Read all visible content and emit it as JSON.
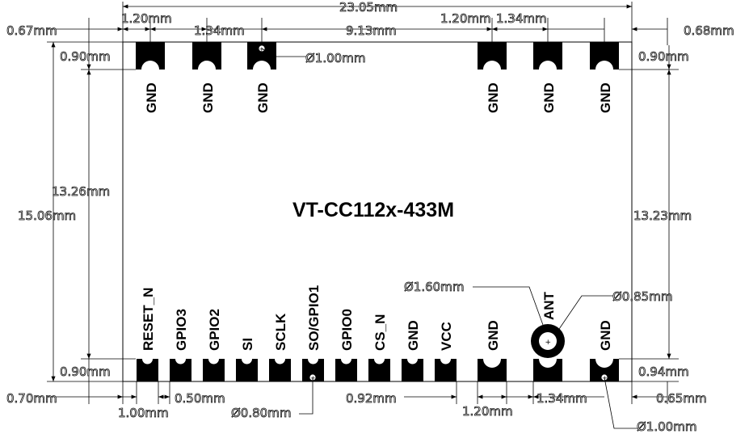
{
  "title": "VT-CC112x-433M",
  "dimensions": {
    "overall_width": "23.05mm",
    "left_margin_top": "0.67mm",
    "right_margin_top": "0.68mm",
    "top_pitch_1": "1.20mm",
    "top_pitch_2": "1.34mm",
    "top_gap": "9.13mm",
    "top_pitch_3": "1.20mm",
    "top_pitch_4": "1.34mm",
    "top_pad_left_height": "0.90mm",
    "top_pad_right_height": "0.90mm",
    "top_hole_dia": "Ø1.00mm",
    "overall_height": "15.06mm",
    "inner_height_left": "13.26mm",
    "inner_height_right": "13.23mm",
    "bottom_pad_left_height": "0.90mm",
    "bottom_pad_right_height": "0.94mm",
    "left_margin_bottom": "0.70mm",
    "bottom_pitch_1": "1.00mm",
    "bottom_pad_width": "0.50mm",
    "bottom_hole_dia": "Ø0.80mm",
    "bottom_gap": "0.92mm",
    "bottom_pitch_2": "1.20mm",
    "bottom_pitch_3": "1.34mm",
    "right_margin_bottom": "0.65mm",
    "bottom_right_hole_dia": "Ø1.00mm",
    "ant_outer_dia": "Ø1.60mm",
    "ant_inner_dia": "Ø0.85mm"
  },
  "top_pins": [
    "GND",
    "GND",
    "GND",
    "GND",
    "GND",
    "GND"
  ],
  "bottom_pins": [
    "RESET_N",
    "GPIO3",
    "GPIO2",
    "SI",
    "SCLK",
    "SO/GPIO1",
    "GPIO0",
    "CS_N",
    "GND",
    "VCC",
    "GND",
    "ANT",
    "GND"
  ]
}
